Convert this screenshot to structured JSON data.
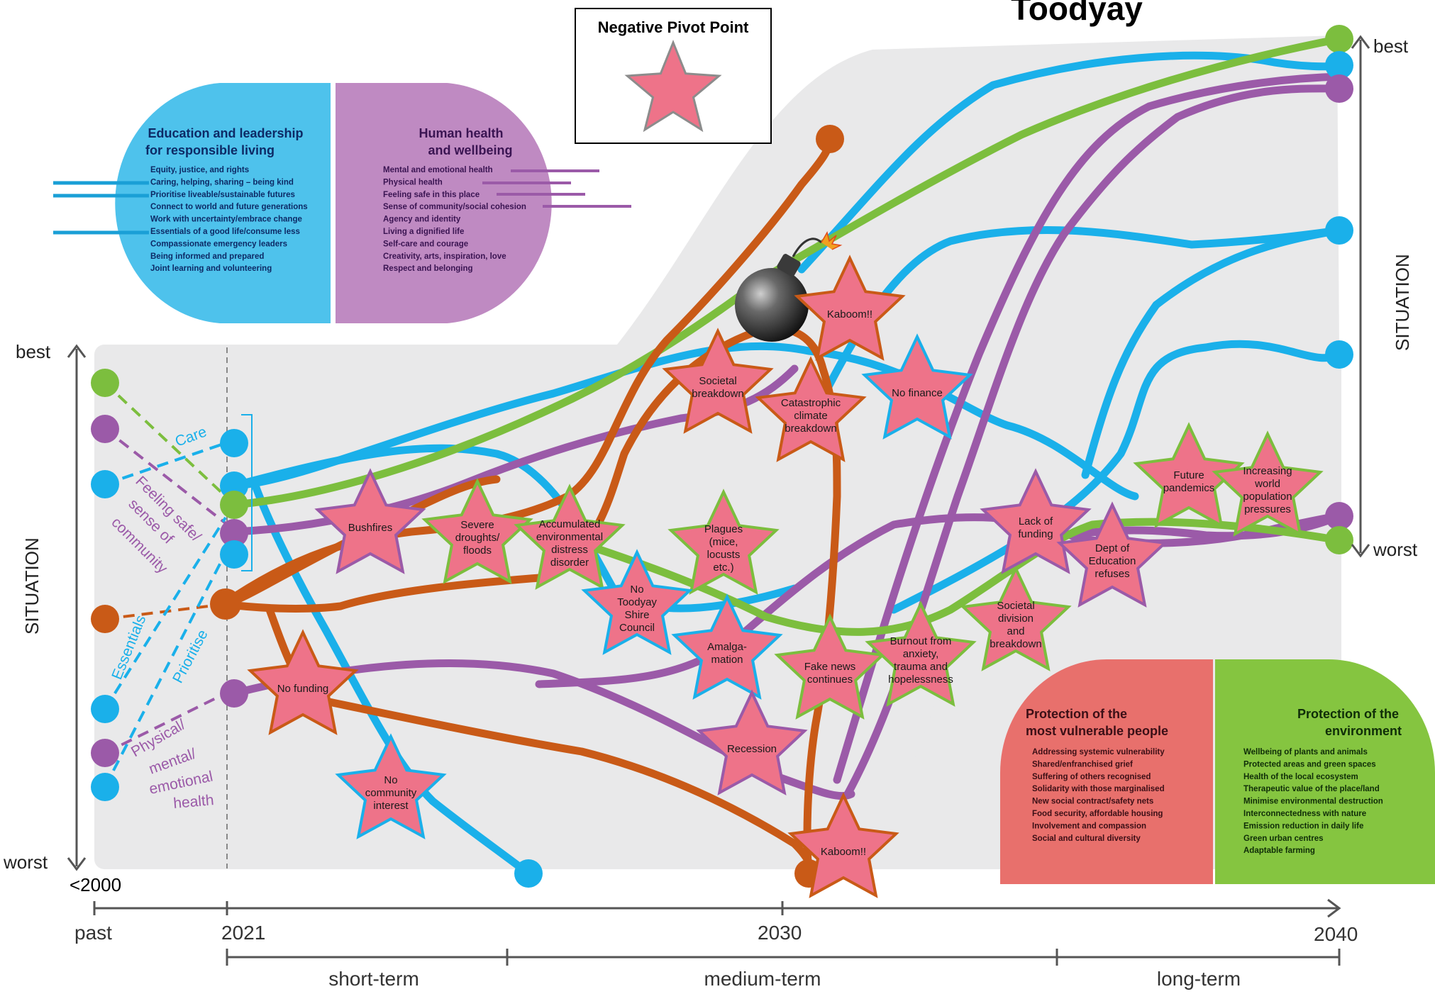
{
  "title": "Toodyay",
  "legend": {
    "heading": "Negative Pivot Point"
  },
  "axes": {
    "left_best": "best",
    "left_worst": "worst",
    "left_label": "SITUATION",
    "right_best": "best",
    "right_worst": "worst",
    "right_label": "SITUATION",
    "start_label": "<2000",
    "ticks": [
      "past",
      "2021",
      "2030",
      "2040"
    ],
    "periods": [
      "short-term",
      "medium-term",
      "long-term"
    ]
  },
  "themes": {
    "education": {
      "title": [
        "Education and leadership",
        "for responsible living"
      ],
      "items": [
        "Equity, justice, and rights",
        "Caring, helping, sharing – being kind",
        "Prioritise liveable/sustainable futures",
        "Connect to world and future generations",
        "Work with uncertainty/embrace change",
        "Essentials of a good life/consume less",
        "Compassionate emergency leaders",
        "Being informed and prepared",
        "Joint learning and volunteering"
      ]
    },
    "health": {
      "title": [
        "Human health",
        "and wellbeing"
      ],
      "items": [
        "Mental and emotional health",
        "Physical health",
        "Feeling safe in this place",
        "Sense of community/social cohesion",
        "Agency and identity",
        "Living a dignified life",
        "Self-care and courage",
        "Creativity, arts, inspiration, love",
        "Respect and belonging"
      ]
    },
    "vulnerable": {
      "title": [
        "Protection of the",
        "most vulnerable people"
      ],
      "items": [
        "Addressing systemic vulnerability",
        "Shared/enfranchised grief",
        "Suffering of others recognised",
        "Solidarity with those marginalised",
        "New social contract/safety nets",
        "Food security, affordable housing",
        "Involvement and compassion",
        "Social and cultural diversity"
      ]
    },
    "environment": {
      "title": [
        "Protection of the",
        "environment"
      ],
      "items": [
        "Wellbeing of plants and animals",
        "Protected areas and green spaces",
        "Health of the local ecosystem",
        "Therapeutic value of the place/land",
        "Minimise environmental destruction",
        "Interconnectedness with nature",
        "Emission reduction in daily life",
        "Green urban centres",
        "Adaptable farming"
      ]
    }
  },
  "values_labels": [
    "Care",
    "Feeling safe/",
    "sense of",
    "community",
    "Essentials",
    "Prioritise",
    "Physical/",
    "mental/",
    "emotional",
    "health"
  ],
  "pivot_points": [
    {
      "label": [
        "Kaboom!!"
      ]
    },
    {
      "label": [
        "Societal",
        "breakdown"
      ]
    },
    {
      "label": [
        "Catastrophic",
        "climate",
        "breakdown"
      ]
    },
    {
      "label": [
        "No finance"
      ]
    },
    {
      "label": [
        "Bushfires"
      ]
    },
    {
      "label": [
        "Severe",
        "droughts/",
        "floods"
      ]
    },
    {
      "label": [
        "Accumulated",
        "environmental",
        "distress",
        "disorder"
      ]
    },
    {
      "label": [
        "Plagues",
        "(mice,",
        "locusts",
        "etc.)"
      ]
    },
    {
      "label": [
        "No",
        "Toodyay",
        "Shire",
        "Council"
      ]
    },
    {
      "label": [
        "Amalga-",
        "mation"
      ]
    },
    {
      "label": [
        "Fake news",
        "continues"
      ]
    },
    {
      "label": [
        "Burnout from",
        "anxiety,",
        "trauma and",
        "hopelessness"
      ]
    },
    {
      "label": [
        "Societal",
        "division",
        "and",
        "breakdown"
      ]
    },
    {
      "label": [
        "Lack of",
        "funding"
      ]
    },
    {
      "label": [
        "Dept of",
        "Education",
        "refuses"
      ]
    },
    {
      "label": [
        "Future",
        "pandemics"
      ]
    },
    {
      "label": [
        "Increasing",
        "world",
        "population",
        "pressures"
      ]
    },
    {
      "label": [
        "No funding"
      ]
    },
    {
      "label": [
        "Recession"
      ]
    },
    {
      "label": [
        "No",
        "community",
        "interest"
      ]
    },
    {
      "label": [
        "Kaboom!!"
      ]
    }
  ],
  "colors": {
    "blue": "#1ab0ea",
    "purple": "#9b5aa8",
    "orange": "#c95a17",
    "green": "#7cbe3e",
    "star_fill": "#ee7389",
    "panel_bg": "#e9e9ea",
    "edu_bg": "#4ec2ec",
    "health_bg": "#bf8ac2",
    "vuln_bg": "#e8706c",
    "env_bg": "#85c540"
  }
}
